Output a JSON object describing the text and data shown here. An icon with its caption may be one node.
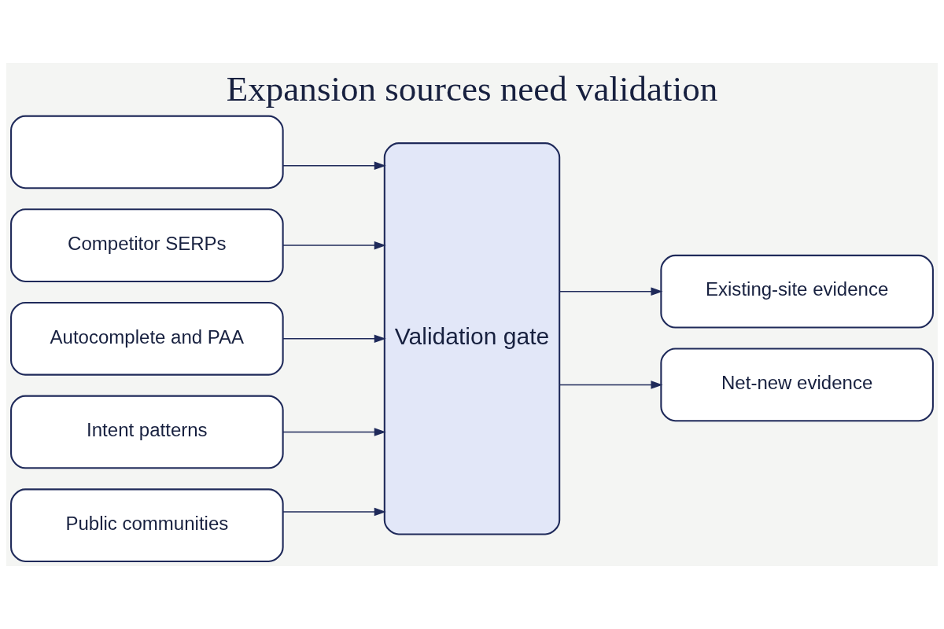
{
  "diagram": {
    "title": "Expansion sources need validation",
    "nodes": [
      {
        "text": [],
        "shape": "box"
      },
      {
        "text": [
          "Competitor SERPs"
        ]
      },
      {
        "text": [
          "Autocomplete and PAA"
        ]
      },
      {
        "text": [
          "Intent patterns"
        ]
      },
      {
        "text": [
          "Public communities"
        ]
      },
      {
        "text": [
          "Validation gate"
        ]
      },
      {
        "text": [
          "Existing-site evidence"
        ]
      },
      {
        "text": [
          "Net-new evidence"
        ]
      }
    ],
    "edges": [
      {
        "from": 0,
        "to": 5,
        "arrow": "to"
      },
      {
        "from": 1,
        "to": 5,
        "arrow": "to"
      },
      {
        "from": 2,
        "to": 5,
        "arrow": "to"
      },
      {
        "from": 3,
        "to": 5,
        "arrow": "to"
      },
      {
        "from": 4,
        "to": 5,
        "arrow": "to"
      },
      {
        "from": 5,
        "to": 6,
        "arrow": "to"
      },
      {
        "from": 5,
        "to": 7,
        "arrow": "to"
      }
    ]
  }
}
